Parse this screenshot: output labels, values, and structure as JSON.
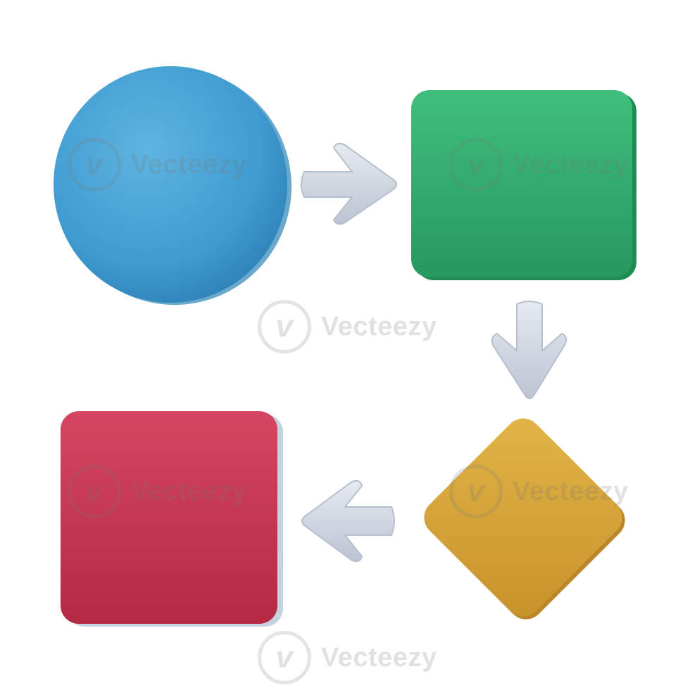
{
  "diagram": {
    "nodes": [
      {
        "id": "start",
        "shape": "circle",
        "color": "#3f9bd0"
      },
      {
        "id": "process",
        "shape": "rectangle",
        "color": "#2fa66a"
      },
      {
        "id": "decision",
        "shape": "diamond",
        "color": "#d4a43a"
      },
      {
        "id": "end",
        "shape": "rectangle",
        "color": "#c8344f"
      }
    ],
    "edges": [
      {
        "from": "start",
        "to": "process",
        "direction": "right"
      },
      {
        "from": "process",
        "to": "decision",
        "direction": "down"
      },
      {
        "from": "decision",
        "to": "end",
        "direction": "left"
      }
    ],
    "arrow_color": "#cfd6e2"
  },
  "watermark": {
    "text": "Vecteezy",
    "logo_glyph": "v"
  }
}
